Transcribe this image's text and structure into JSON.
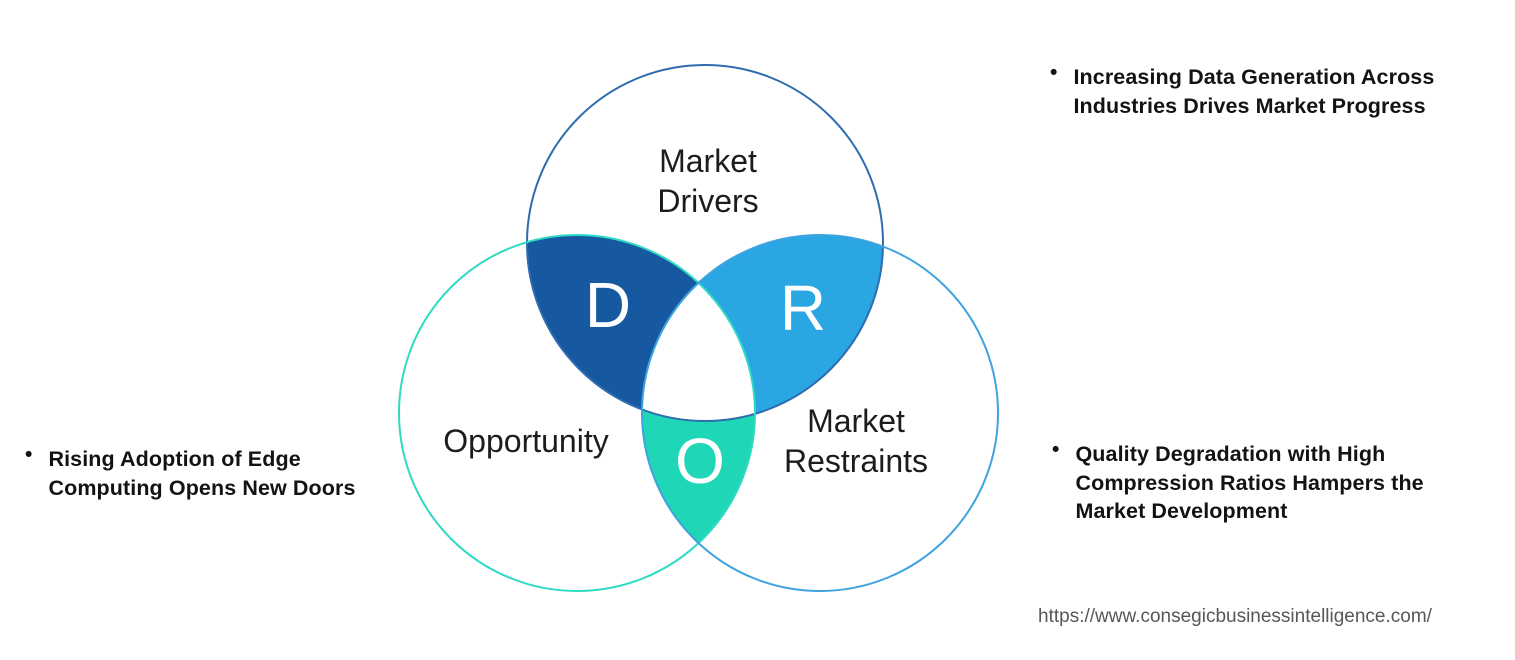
{
  "venn": {
    "drivers": {
      "label": "Market\nDrivers",
      "outline_color": "#2e6cb0"
    },
    "opportunity": {
      "label": "Opportunity",
      "outline_color": "#2fdac4"
    },
    "restraints": {
      "label": "Market\nRestraints",
      "outline_color": "#3fa3e0"
    },
    "overlap_drivers_opportunity": {
      "letter": "D",
      "fill_color": "#1659a0"
    },
    "overlap_drivers_restraints": {
      "letter": "R",
      "fill_color": "#2aa6e2"
    },
    "overlap_opportunity_restraints": {
      "letter": "O",
      "fill_color": "#1fd7b6"
    },
    "letter_color": "#ffffff"
  },
  "bullets": {
    "marker": "•",
    "left": "Rising Adoption of Edge\nComputing Opens New Doors",
    "right_top": "Increasing Data Generation Across\nIndustries Drives Market Progress",
    "right_bottom": "Quality Degradation with High\nCompression Ratios Hampers the\nMarket Development"
  },
  "footer": {
    "url": "https://www.consegicbusinessintelligence.com/"
  }
}
